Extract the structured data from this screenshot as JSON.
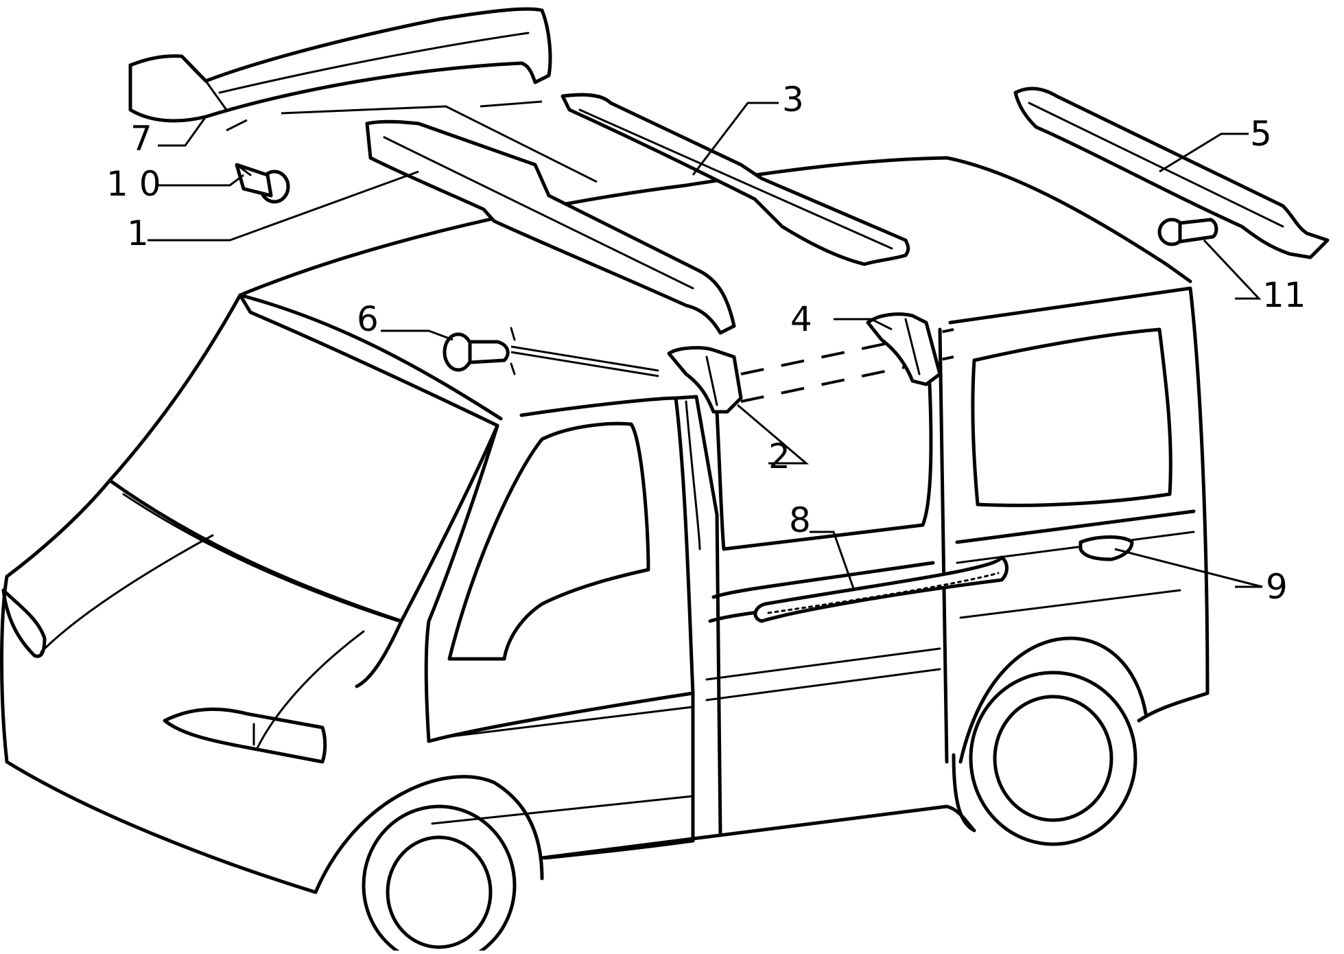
{
  "diagram": {
    "callouts": [
      {
        "id": "1",
        "label": "1"
      },
      {
        "id": "2",
        "label": "2"
      },
      {
        "id": "3",
        "label": "3"
      },
      {
        "id": "4",
        "label": "4"
      },
      {
        "id": "5",
        "label": "5"
      },
      {
        "id": "6",
        "label": "6"
      },
      {
        "id": "7",
        "label": "7"
      },
      {
        "id": "8",
        "label": "8"
      },
      {
        "id": "9",
        "label": "9"
      },
      {
        "id": "10",
        "label": "1 0"
      },
      {
        "id": "11",
        "label": "11"
      }
    ]
  }
}
